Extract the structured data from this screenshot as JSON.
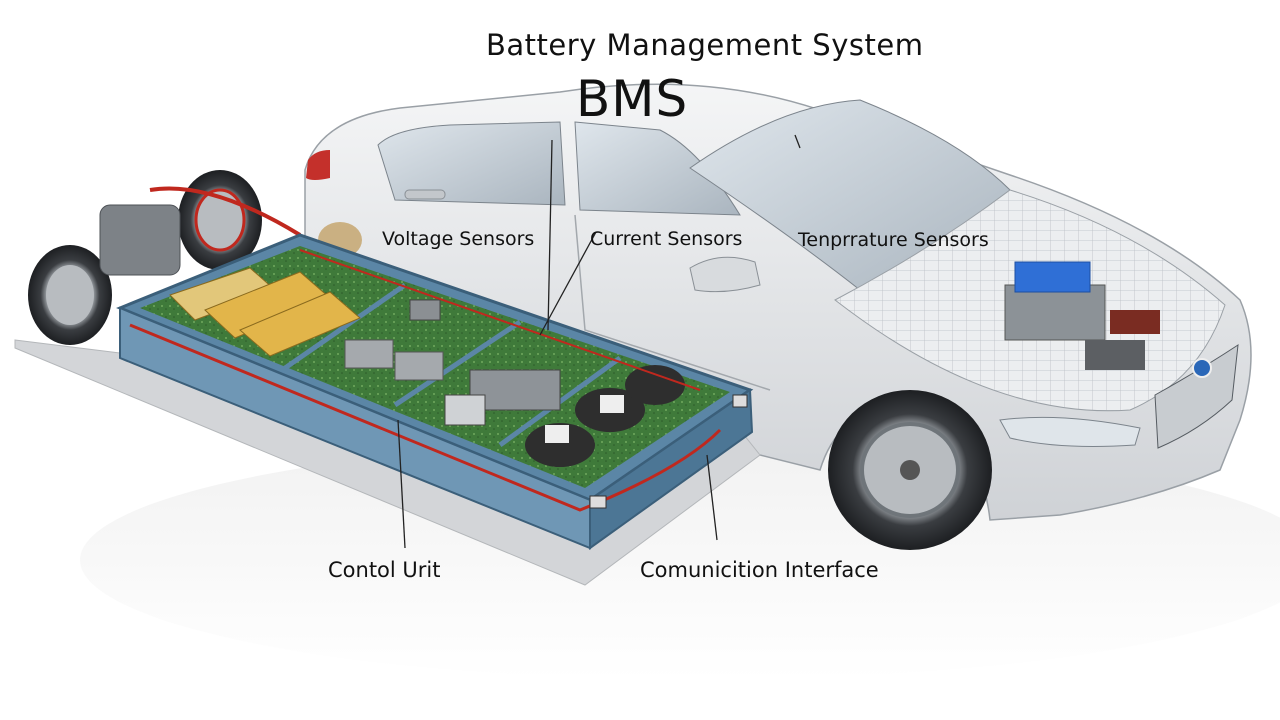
{
  "diagram": {
    "title": "Battery Management System",
    "subtitle": "BMS",
    "labels": {
      "voltage_sensors": "Voltage Sensors",
      "current_sensors": "Current Sensors",
      "temperature_sensors": "Tenprrature Sensors",
      "control_unit": "Contol Urit",
      "communication_interface": "Comunicition Interface"
    }
  },
  "colors": {
    "background": "#ffffff",
    "car_body": "#e8e9eb",
    "pack_frame": "#5b86a6",
    "circuit_board": "#3f7a3a",
    "cells": "#e2b54a",
    "wiring": "#c0281e",
    "module_blue": "#2f6fd6"
  }
}
